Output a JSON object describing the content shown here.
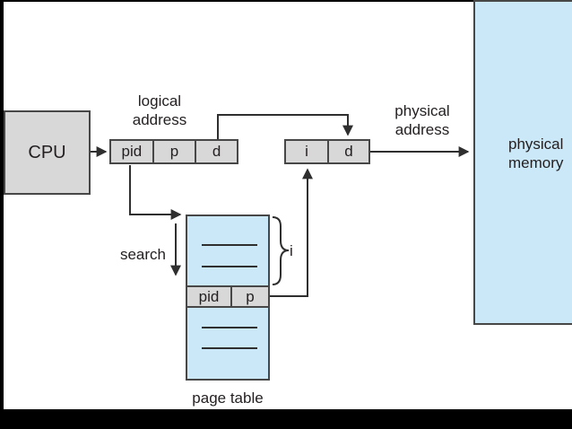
{
  "colors": {
    "background": "#ffffff",
    "frame_bar": "#000000",
    "box_fill_gray": "#d8d8d8",
    "memory_fill_blue": "#cbe8f8",
    "box_border": "#474747",
    "line": "#2f2f2f",
    "text": "#231f20"
  },
  "cpu": {
    "label": "CPU"
  },
  "logical_address": {
    "caption_line1": "logical",
    "caption_line2": "address",
    "cells": [
      "pid",
      "p",
      "d"
    ]
  },
  "physical_address": {
    "caption_line1": "physical",
    "caption_line2": "address",
    "cells": [
      "i",
      "d"
    ]
  },
  "physical_memory": {
    "label_line1": "physical",
    "label_line2": "memory"
  },
  "page_table": {
    "caption": "page table",
    "search_label": "search",
    "index_label": "i",
    "entry_cells": [
      "pid",
      "p"
    ]
  }
}
